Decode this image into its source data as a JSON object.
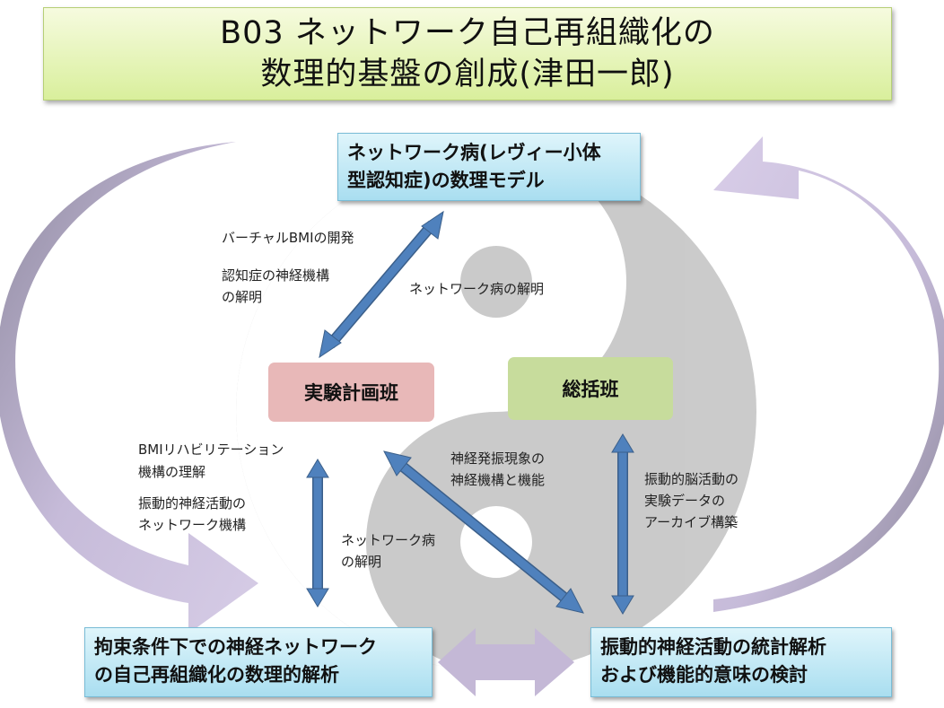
{
  "title": {
    "line1": "B03 ネットワーク自己再組織化の",
    "line2": "数理的基盤の創成(津田一郎)"
  },
  "boxes": {
    "top_line1": "ネットワーク病(レヴィー小体",
    "top_line2": "型認知症)の数理モデル",
    "bottom_left_line1": "拘束条件下での神経ネットワーク",
    "bottom_left_line2": "の自己再組織化の数理的解析",
    "bottom_right_line1": "振動的神経活動の統計解析",
    "bottom_right_line2": "および機能的意味の検討"
  },
  "teams": {
    "experiment": "実験計画班",
    "general": "総括班"
  },
  "labels": {
    "virtual_bmi": "バーチャルBMIの開発",
    "dementia_1": "認知症の神経機構",
    "dementia_2": "の解明",
    "network_disease_top": "ネットワーク病の解明",
    "bmi_rehab_1": "BMIリハビリテーション",
    "bmi_rehab_2": "機構の理解",
    "oscillatory_1": "振動的神経活動の",
    "oscillatory_2": "ネットワーク機構",
    "network_disease_mid_1": "ネットワーク病",
    "network_disease_mid_2": "の解明",
    "oscillation_1": "神経発振現象の",
    "oscillation_2": "神経機構と機能",
    "archive_1": "振動的脳活動の",
    "archive_2": "実験データの",
    "archive_3": "アーカイブ構築"
  },
  "colors": {
    "title_bg": "#d9ef9c",
    "box_bg": "#a9def0",
    "experiment_team": "#e8b8b8",
    "general_team": "#c7dc9c",
    "arrow_blue": "#4f81bd",
    "cycle_arrow": "#c4b8d6",
    "yin_yang": "#c8c8c8"
  }
}
